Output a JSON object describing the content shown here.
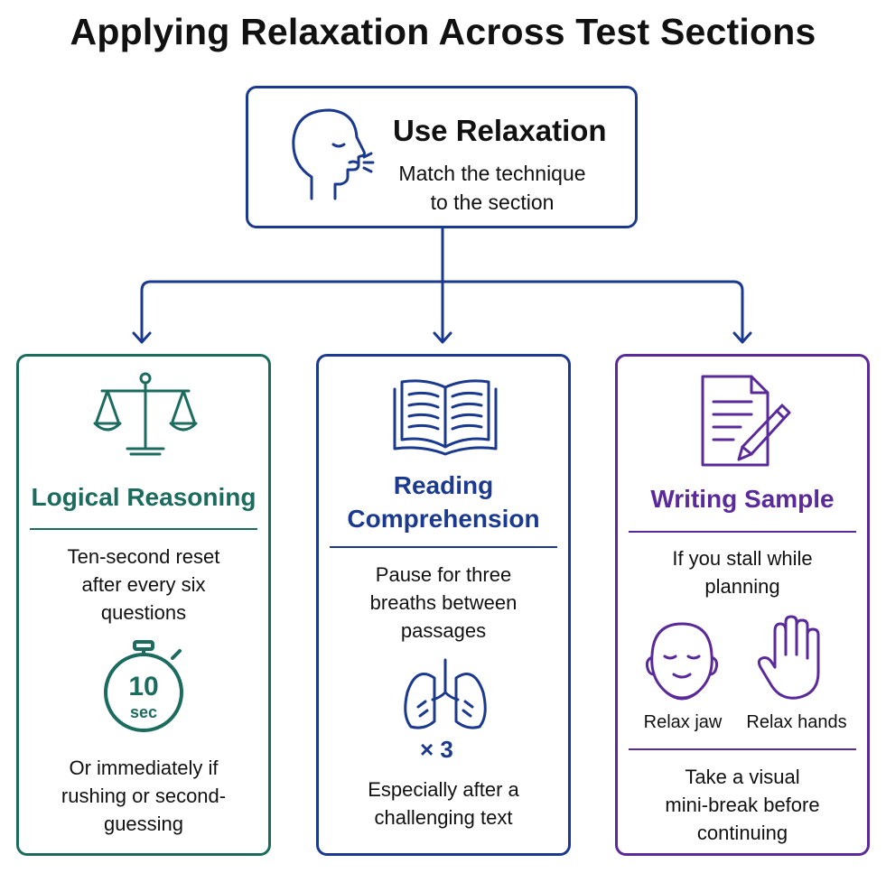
{
  "title": "Applying Relaxation Across Test Sections",
  "top": {
    "title": "Use Relaxation",
    "subtitle_line1": "Match the technique",
    "subtitle_line2": "to the section",
    "icon": "breathing-head-icon"
  },
  "colors": {
    "logical": "#1c6b5f",
    "reading": "#1b3a8f",
    "writing": "#5a2a9a"
  },
  "columns": {
    "logical": {
      "heading": "Logical Reasoning",
      "icon": "scale-icon",
      "body_1": "Ten-second reset",
      "body_2": "after every six",
      "body_3": "questions",
      "timer_number": "10",
      "timer_unit": "sec",
      "footer_1": "Or immediately if",
      "footer_2": "rushing or second-",
      "footer_3": "guessing"
    },
    "reading": {
      "heading_1": "Reading",
      "heading_2": "Comprehension",
      "icon": "open-book-icon",
      "body_1": "Pause for three",
      "body_2": "breaths between",
      "body_3": "passages",
      "multiplier": "× 3",
      "footer_1": "Especially after a",
      "footer_2": "challenging text"
    },
    "writing": {
      "heading": "Writing Sample",
      "icon": "document-pencil-icon",
      "body_1": "If you stall while",
      "body_2": "planning",
      "jaw_label": "Relax jaw",
      "hands_label": "Relax hands",
      "footer_1": "Take a visual",
      "footer_2": "mini-break before",
      "footer_3": "continuing"
    }
  }
}
